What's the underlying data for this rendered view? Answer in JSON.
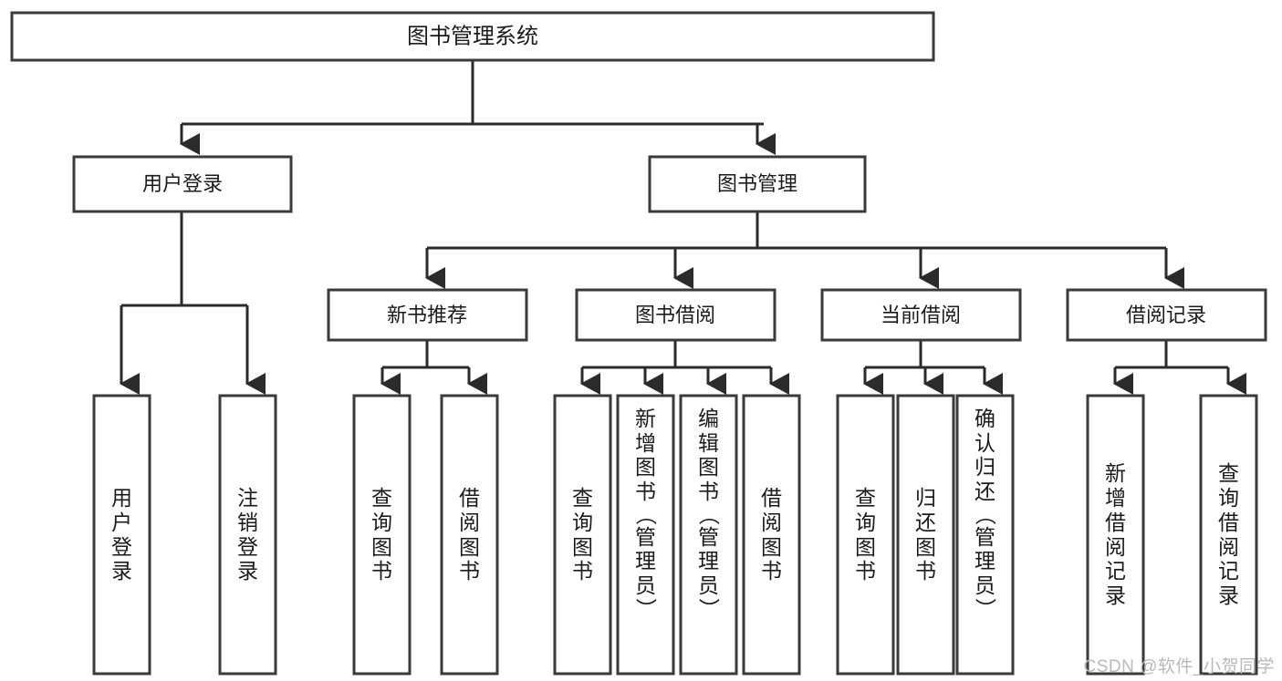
{
  "diagram": {
    "type": "hierarchy-tree",
    "title": "图书管理系统",
    "watermark": "CSDN @软件_小贺同学",
    "colors": {
      "box_stroke": "#3a3a3a",
      "connector": "#2b2b2b",
      "background": "#ffffff",
      "text": "#1b1b1b",
      "watermark": "#b9b9b9"
    },
    "levels": {
      "root": {
        "label": "图书管理系统"
      },
      "level2": [
        {
          "label": "用户登录"
        },
        {
          "label": "图书管理"
        }
      ],
      "level3": [
        {
          "label": "新书推荐"
        },
        {
          "label": "图书借阅"
        },
        {
          "label": "当前借阅"
        },
        {
          "label": "借阅记录"
        }
      ],
      "level_leaf": [
        {
          "label": "用户登录",
          "parent": "用户登录"
        },
        {
          "label": "注销登录",
          "parent": "用户登录"
        },
        {
          "label": "查询图书",
          "parent": "新书推荐"
        },
        {
          "label": "借阅图书",
          "parent": "新书推荐"
        },
        {
          "label": "查询图书",
          "parent": "图书借阅"
        },
        {
          "label": "新增图书（管理员）",
          "parent": "图书借阅"
        },
        {
          "label": "编辑图书（管理员）",
          "parent": "图书借阅"
        },
        {
          "label": "借阅图书",
          "parent": "图书借阅"
        },
        {
          "label": "查询图书",
          "parent": "当前借阅"
        },
        {
          "label": "归还图书",
          "parent": "当前借阅"
        },
        {
          "label": "确认归还（管理员）",
          "parent": "当前借阅"
        },
        {
          "label": "新增借阅记录",
          "parent": "借阅记录"
        },
        {
          "label": "查询借阅记录",
          "parent": "借阅记录"
        }
      ]
    }
  }
}
